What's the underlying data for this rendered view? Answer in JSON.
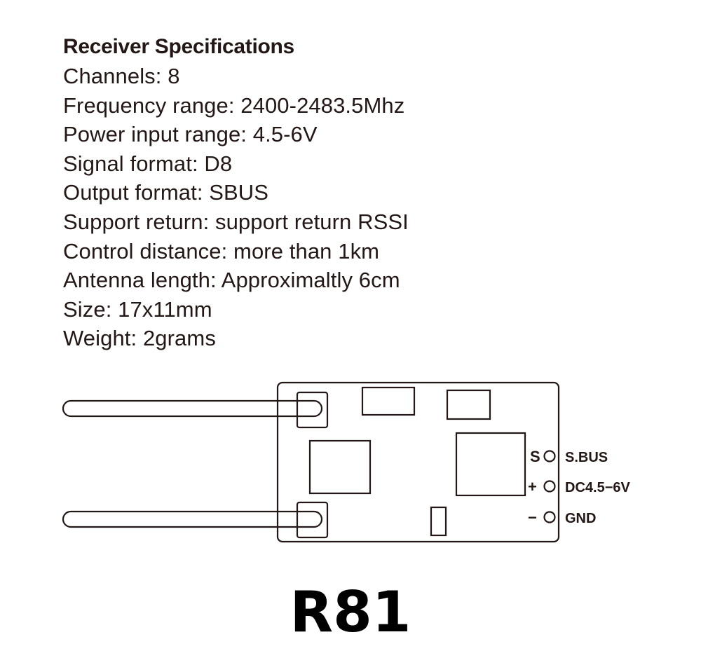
{
  "specifications": {
    "title": "Receiver Specifications",
    "lines": [
      "Channels: 8",
      "Frequency range: 2400-2483.5Mhz",
      "Power input range: 4.5-6V",
      "Signal format: D8",
      "Output format: SBUS",
      "Support return: support return RSSI",
      "Control distance: more than 1km",
      "Antenna length: Approximaltly 6cm",
      "Size: 17x11mm",
      "Weight: 2grams"
    ]
  },
  "diagram": {
    "pins": [
      {
        "mark": "S",
        "label": "S.BUS"
      },
      {
        "mark": "+",
        "label": "DC4.5−6V"
      },
      {
        "mark": "−",
        "label": "GND"
      }
    ],
    "line_color": "#231815"
  },
  "model": "R81"
}
